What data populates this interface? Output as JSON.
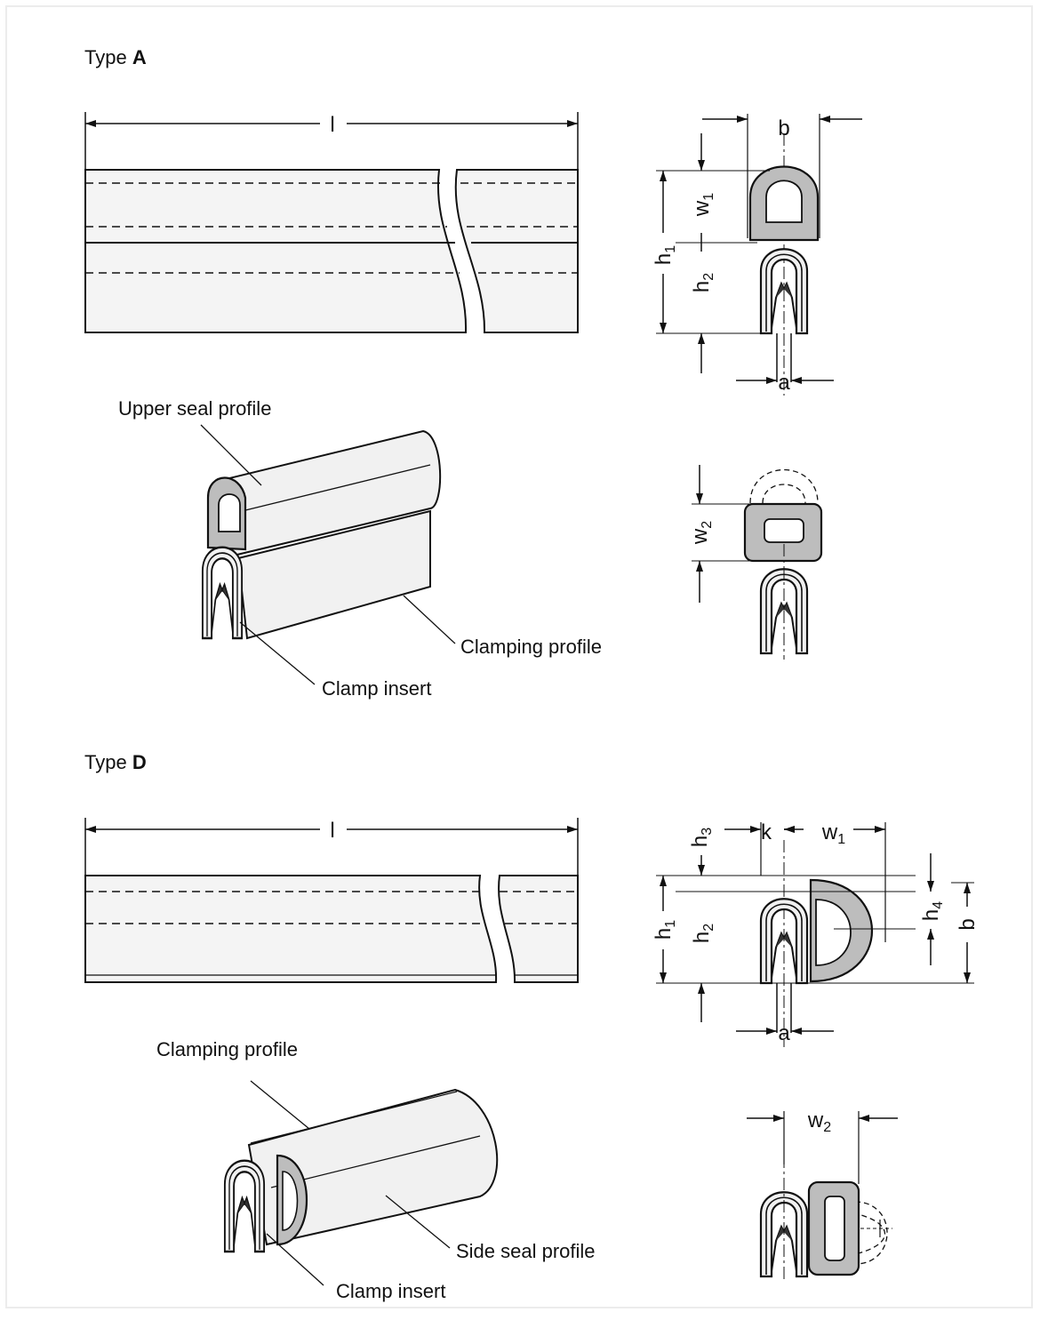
{
  "sections": [
    {
      "type_prefix": "Type ",
      "type_letter": "A",
      "length_label": "l",
      "callouts": {
        "upper_seal": "Upper seal profile",
        "clamping": "Clamping profile",
        "clamp_insert": "Clamp insert"
      },
      "dims": {
        "b": "b",
        "w1": "w",
        "w1_sub": "1",
        "h1": "h",
        "h1_sub": "1",
        "h2": "h",
        "h2_sub": "2",
        "a": "a",
        "w2": "w",
        "w2_sub": "2"
      }
    },
    {
      "type_prefix": "Type ",
      "type_letter": "D",
      "length_label": "l",
      "callouts": {
        "clamping": "Clamping profile",
        "side_seal": "Side seal profile",
        "clamp_insert": "Clamp insert"
      },
      "dims": {
        "h3": "h",
        "h3_sub": "3",
        "k": "k",
        "w1": "w",
        "w1_sub": "1",
        "h1": "h",
        "h1_sub": "1",
        "h2": "h",
        "h2_sub": "2",
        "h4": "h",
        "h4_sub": "4",
        "b": "b",
        "a": "a",
        "w2": "w",
        "w2_sub": "2"
      }
    }
  ]
}
